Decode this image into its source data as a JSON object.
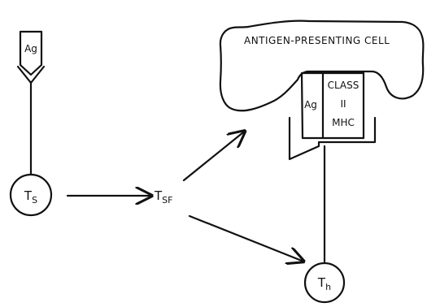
{
  "apc": {
    "title": "ANTIGEN-PRESENTING CELL",
    "ag_label": "Ag",
    "mhc_lines": [
      "CLASS",
      "II",
      "MHC"
    ]
  },
  "ts_branch": {
    "antigen_label": "Ag",
    "cell_main": "T",
    "cell_sub": "S"
  },
  "tsf": {
    "main": "T",
    "sub": "SF"
  },
  "th": {
    "main": "T",
    "sub": "h"
  }
}
